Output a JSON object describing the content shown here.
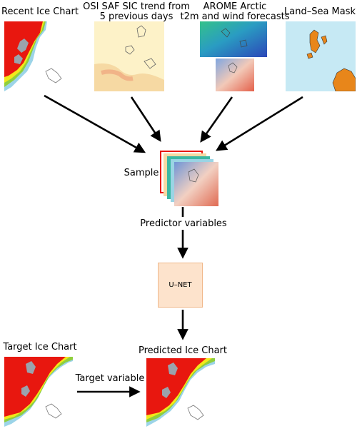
{
  "inputs": {
    "recent_ice_chart": "Recent Ice Chart",
    "osi_saf_line1": "OSI SAF SIC trend from",
    "osi_saf_line2": "5 previous days",
    "arome_line1": "AROME Arctic",
    "arome_line2": "t2m and wind forecasts",
    "land_sea_mask": "Land–Sea Mask"
  },
  "sample_label": "Sample",
  "predictor_label": "Predictor variables",
  "model_label": "U–NET",
  "target_label": "Target Ice Chart",
  "target_variable_label": "Target variable",
  "predicted_label": "Predicted Ice Chart",
  "colors": {
    "ice_red": "#e8170f",
    "ice_orange": "#f08a1a",
    "ice_yellow": "#f2e81a",
    "ice_green": "#8fcf3c",
    "ice_lightblue": "#9cd4e8",
    "sea_lightblue": "#c6e9f4",
    "land_orange": "#e8861a",
    "unet_fill": "#fde3cc"
  }
}
